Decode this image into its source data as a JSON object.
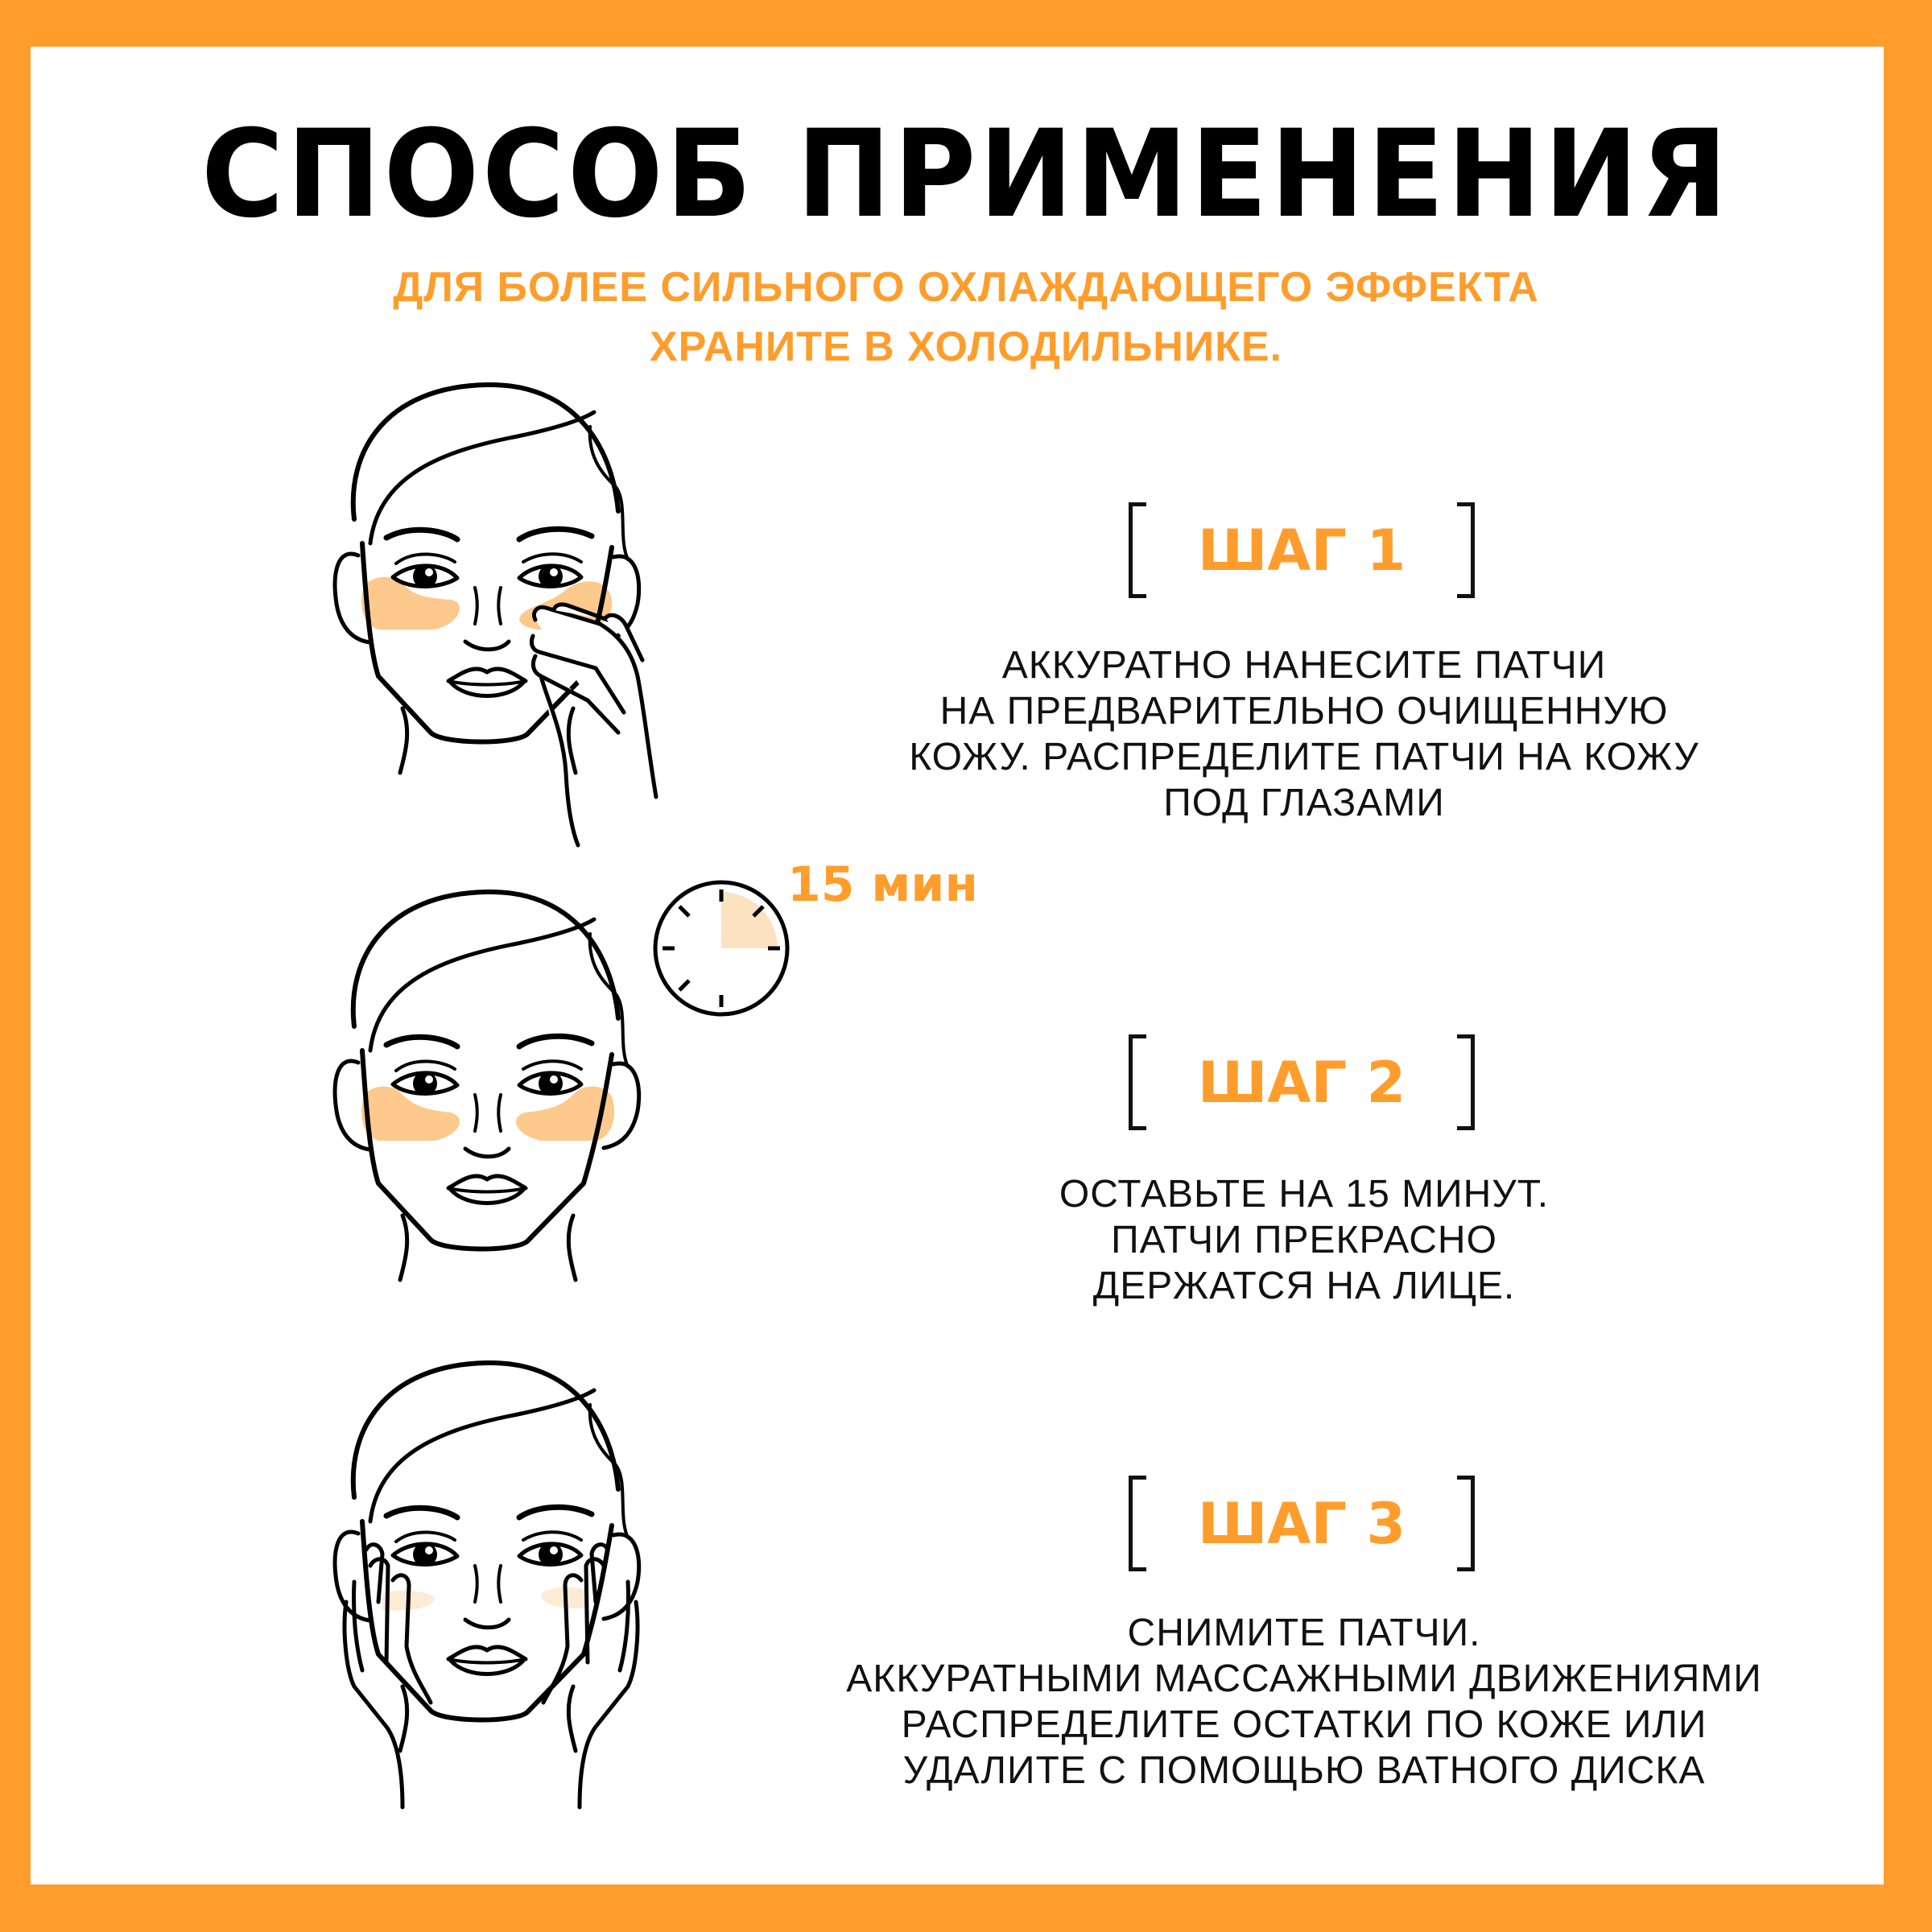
{
  "header": {
    "title": "СПОСОБ ПРИМЕНЕНИЯ",
    "subtitle_lines": [
      "ДЛЯ БОЛЕЕ СИЛЬНОГО ОХЛАЖДАЮЩЕГО ЭФФЕКТА",
      "ХРАНИТЕ В ХОЛОДИЛЬНИКЕ."
    ]
  },
  "colors": {
    "accent": "#FF9D2C",
    "patch": "#FDC98D",
    "patch_faded": "#FDEBD5",
    "clock_fill": "#FDE2C2",
    "line": "#000000",
    "background": "#FFFFFF"
  },
  "timer": {
    "label": "15 мин",
    "icon": "clock-icon"
  },
  "steps": [
    {
      "label": "ШАГ 1",
      "illustration": "face-applying-patches-icon",
      "lines": [
        "АККУРАТНО НАНЕСИТЕ ПАТЧИ",
        "НА ПРЕДВАРИТЕЛЬНО ОЧИЩЕННУЮ",
        "КОЖУ. РАСПРЕДЕЛИТЕ ПАТЧИ НА КОЖУ",
        "ПОД ГЛАЗАМИ"
      ]
    },
    {
      "label": "ШАГ 2",
      "illustration": "face-with-patches-icon",
      "lines": [
        "ОСТАВЬТЕ НА 15 МИНУТ.",
        "ПАТЧИ ПРЕКРАСНО",
        "ДЕРЖАТСЯ НА ЛИЦЕ."
      ]
    },
    {
      "label": "ШАГ 3",
      "illustration": "face-massaging-icon",
      "lines": [
        "СНИМИТЕ ПАТЧИ.",
        "АККУРАТНЫМИ МАССАЖНЫМИ ДВИЖЕНИЯМИ",
        "РАСПРЕДЕЛИТЕ ОСТАТКИ ПО КОЖЕ ИЛИ",
        "УДАЛИТЕ С ПОМОЩЬЮ ВАТНОГО ДИСКА"
      ]
    }
  ]
}
